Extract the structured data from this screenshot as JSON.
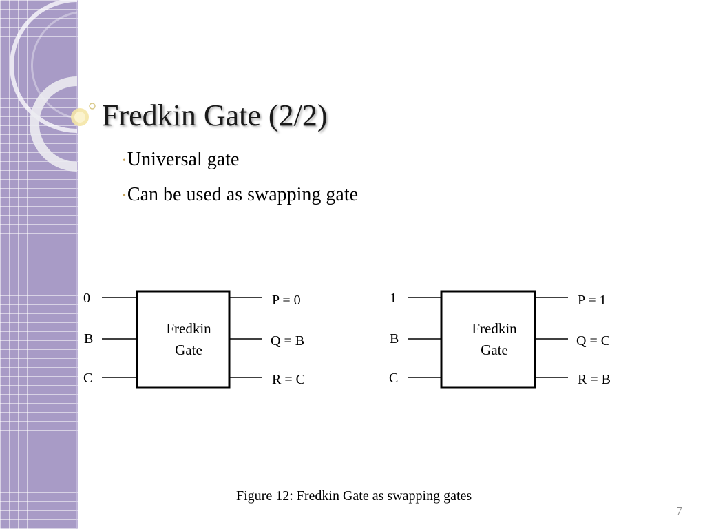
{
  "title": "Fredkin Gate (2/2)",
  "bullets": [
    "Universal gate",
    "Can be used as swapping gate"
  ],
  "bullet_icon": "small-dot",
  "accent_colors": {
    "sidebar": "#a89bc6",
    "bullet_dot": "#c4a25a",
    "ornament": "#f4e6a6"
  },
  "gates": [
    {
      "inputs": [
        "0",
        "B",
        "C"
      ],
      "box_label_line1": "Fredkin",
      "box_label_line2": "Gate",
      "outputs": [
        "P = 0",
        "Q = B",
        "R = C"
      ]
    },
    {
      "inputs": [
        "1",
        "B",
        "C"
      ],
      "box_label_line1": "Fredkin",
      "box_label_line2": "Gate",
      "outputs": [
        "P = 1",
        "Q = C",
        "R = B"
      ]
    }
  ],
  "caption": "Figure 12: Fredkin Gate as swapping gates",
  "page_number": "7"
}
